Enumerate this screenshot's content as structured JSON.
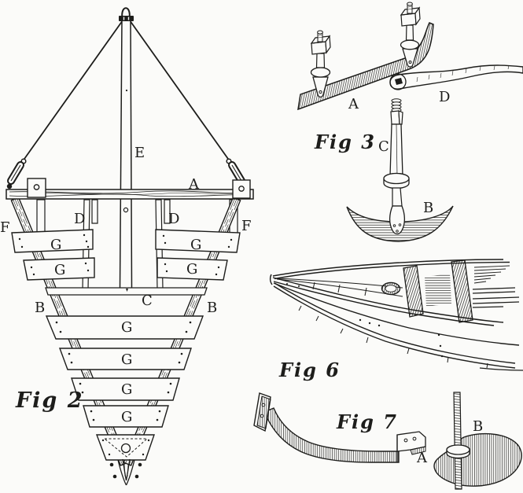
{
  "plate": {
    "background": "#fbfbf9",
    "ink": "#1d1d1b",
    "figures": {
      "fig2": {
        "caption": "Fig 2",
        "labels": {
          "E": "E",
          "A": "A",
          "C": "C"
        },
        "d_labels": [
          "D",
          "D"
        ],
        "f_labels": [
          "F",
          "F"
        ],
        "b_labels": [
          "B",
          "B"
        ],
        "g_labels": [
          "G",
          "G",
          "G",
          "G",
          "G",
          "G",
          "G",
          "G"
        ]
      },
      "fig3": {
        "caption": "Fig 3",
        "labels": {
          "A": "A",
          "B": "B",
          "C": "C",
          "D": "D"
        }
      },
      "fig6": {
        "caption": "Fig 6"
      },
      "fig7": {
        "caption": "Fig 7",
        "labels": {
          "A": "A",
          "B": "B"
        }
      }
    }
  }
}
